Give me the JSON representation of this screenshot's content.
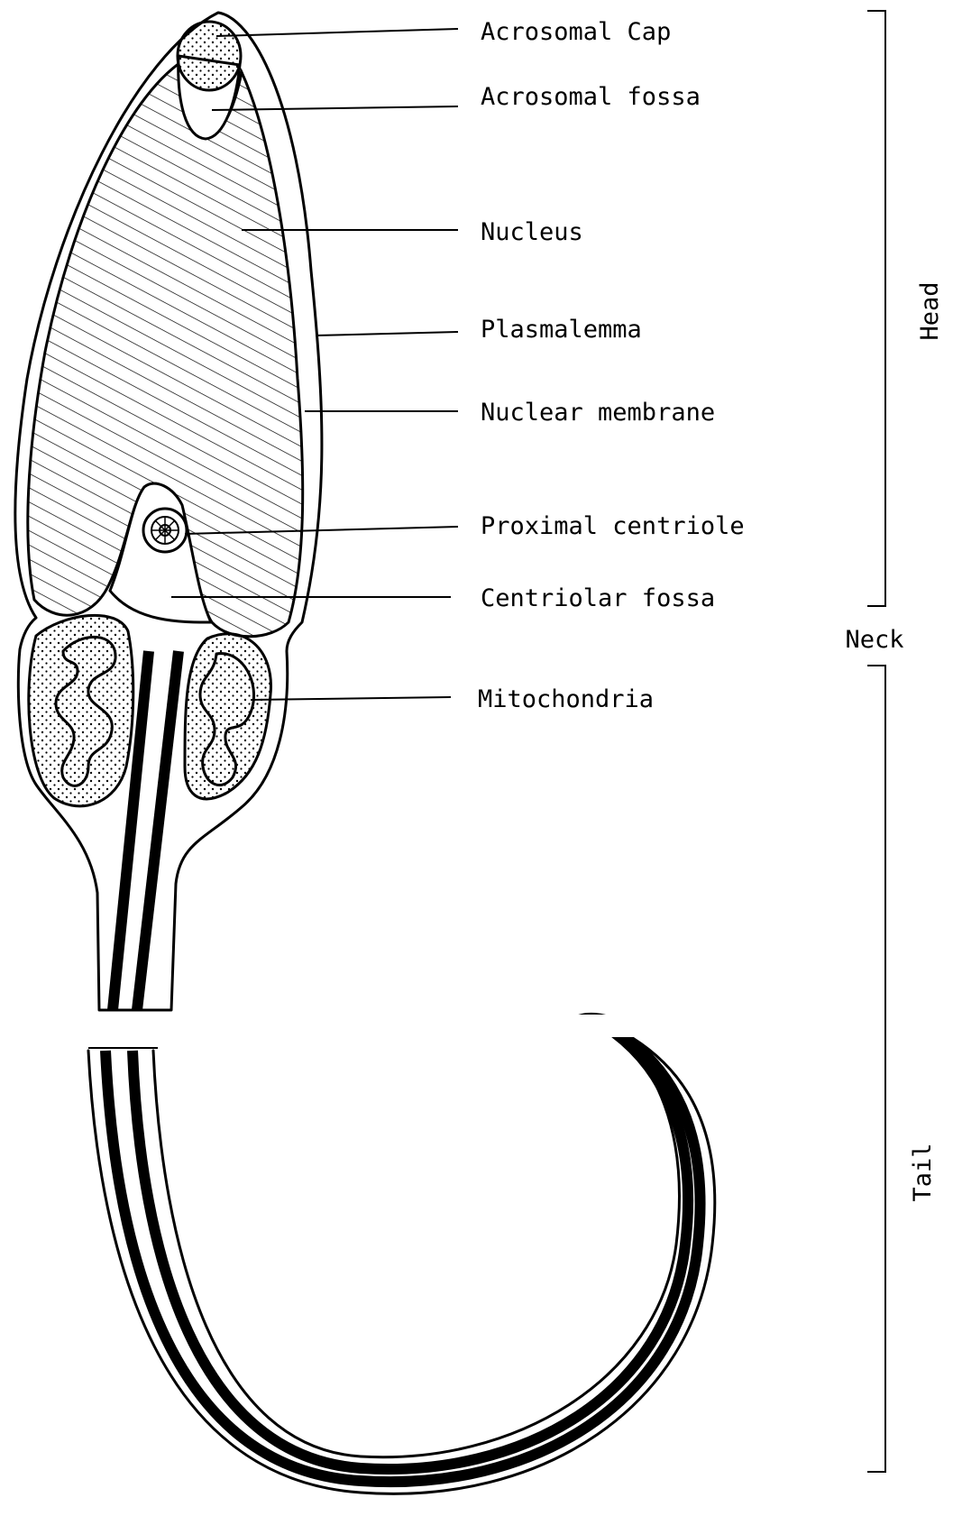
{
  "labels": {
    "acrosomal_cap": "Acrosomal Cap",
    "acrosomal_fossa": "Acrosomal fossa",
    "nucleus": "Nucleus",
    "plasmalemma": "Plasmalemma",
    "nuclear_membrane": "Nuclear membrane",
    "proximal_centriole": "Proximal centriole",
    "centriolar_fossa": "Centriolar fossa",
    "mitochondria": "Mitochondria"
  },
  "regions": {
    "head": "Head",
    "neck": "Neck",
    "tail": "Tail"
  }
}
